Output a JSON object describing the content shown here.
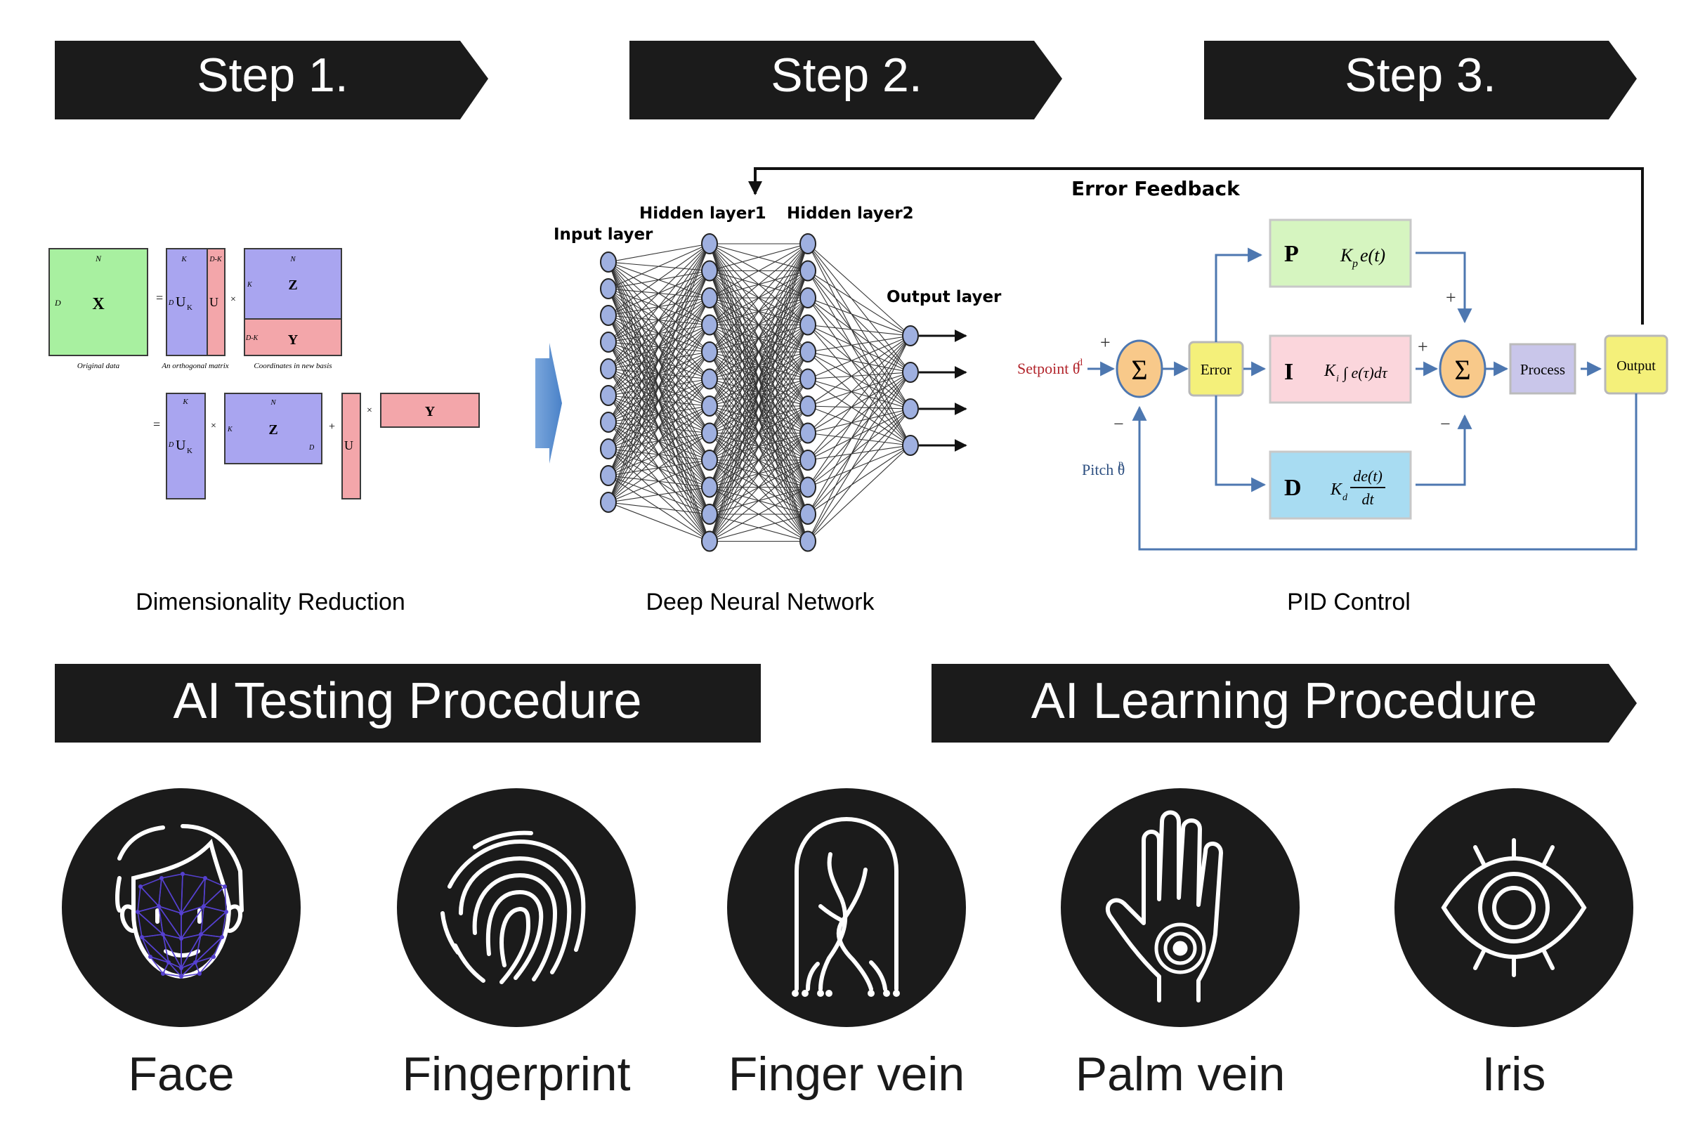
{
  "steps": [
    {
      "label": "Step 1.",
      "caption": "Dimensionality Reduction"
    },
    {
      "label": "Step 2.",
      "caption": "Deep Neural Network"
    },
    {
      "label": "Step 3.",
      "caption": "PID Control"
    }
  ],
  "procedures": {
    "testing": "AI Testing Procedure",
    "learning": "AI Learning Procedure"
  },
  "svd": {
    "x_label": "X",
    "n": "N",
    "d": "D",
    "k": "K",
    "dk": "D-K",
    "uk": "U",
    "uk_sub": "K",
    "z": "Z",
    "y": "Y",
    "eq": "=",
    "times": "×",
    "plus": "+",
    "cap_original": "Original data",
    "cap_orthogonal": "An orthogonal matrix",
    "cap_coords": "Coordinates in new basis"
  },
  "nn": {
    "input_layer": "Input layer",
    "hidden1": "Hidden layer1",
    "hidden2": "Hidden layer2",
    "output_layer": "Output layer"
  },
  "pid": {
    "error_feedback": "Error Feedback",
    "setpoint": "Setpoint θ",
    "setpoint_sup": "d",
    "pitch": "Pitch θ",
    "pitch_sup": "p",
    "sigma": "Σ",
    "error": "Error",
    "process": "Process",
    "output": "Output",
    "p": "P",
    "i": "I",
    "d": "D",
    "p_formula": "K",
    "p_formula_sub": "p",
    "p_formula_rest": "e(t)",
    "i_formula": "K",
    "i_formula_sub": "i",
    "i_formula_rest": "∫ e(τ)dτ",
    "d_formula": "K",
    "d_formula_sub": "d",
    "d_formula_num": "de(t)",
    "d_formula_den": "dt",
    "plus": "+",
    "minus": "−"
  },
  "biometrics": [
    {
      "label": "Face",
      "icon": "face-icon"
    },
    {
      "label": "Fingerprint",
      "icon": "fingerprint-icon"
    },
    {
      "label": "Finger vein",
      "icon": "finger-vein-icon"
    },
    {
      "label": "Palm vein",
      "icon": "palm-vein-icon"
    },
    {
      "label": "Iris",
      "icon": "iris-icon"
    }
  ],
  "colors": {
    "banner": "#1b1b1b",
    "green": "#a8f0a0",
    "blue": "#a9a5f0",
    "pink": "#f3a6aa",
    "pid_green": "#d6f5c0",
    "pid_pink": "#fbd6dc",
    "pid_blue": "#a8dcf2",
    "pid_yellow": "#f4f07a",
    "pid_orange": "#f8c98a",
    "pid_purple": "#c9c6ea",
    "arrow_blue": "#4d77b0",
    "face_mesh": "#5540d0"
  }
}
